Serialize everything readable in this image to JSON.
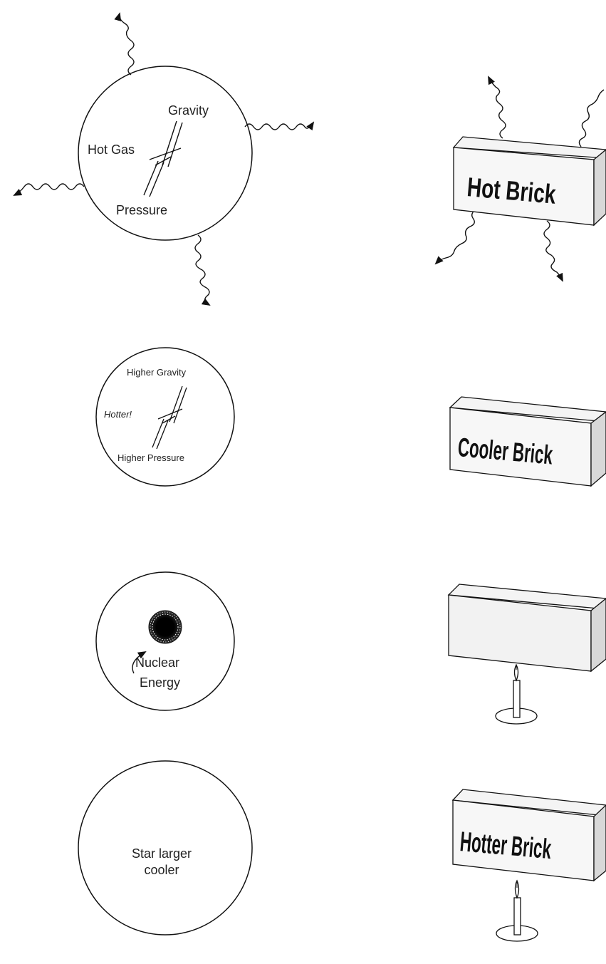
{
  "stars": {
    "panel1": {
      "hot_gas": "Hot Gas",
      "gravity": "Gravity",
      "pressure": "Pressure"
    },
    "panel2": {
      "hotter": "Hotter!",
      "higher_gravity": "Higher Gravity",
      "higher_pressure": "Higher Pressure"
    },
    "panel3": {
      "nuclear": "Nuclear",
      "energy": "Energy"
    },
    "panel4": {
      "line1": "Star larger",
      "line2": "cooler"
    }
  },
  "bricks": {
    "panel1": "Hot Brick",
    "panel2": "Cooler Brick",
    "panel3": "",
    "panel4": "Hotter Brick"
  }
}
